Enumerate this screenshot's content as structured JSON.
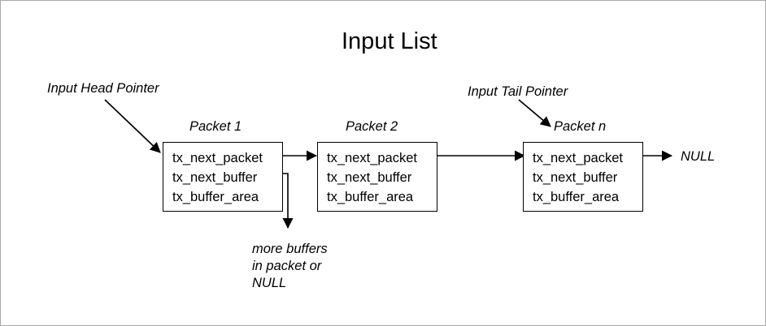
{
  "diagram": {
    "title": "Input List",
    "type": "linked-list-diagram",
    "pointers": {
      "head": "Input Head Pointer",
      "tail": "Input Tail Pointer"
    },
    "terminator": "NULL",
    "buffer_note": {
      "line1": "more buffers",
      "line2": "in packet or",
      "line3": "NULL"
    },
    "packets": [
      {
        "label": "Packet 1",
        "fields": {
          "next_packet": "tx_next_packet",
          "next_buffer": "tx_next_buffer",
          "buffer_area": "tx_buffer_area"
        }
      },
      {
        "label": "Packet 2",
        "fields": {
          "next_packet": "tx_next_packet",
          "next_buffer": "tx_next_buffer",
          "buffer_area": "tx_buffer_area"
        }
      },
      {
        "label": "Packet n",
        "fields": {
          "next_packet": "tx_next_packet",
          "next_buffer": "tx_next_buffer",
          "buffer_area": "tx_buffer_area"
        }
      }
    ],
    "colors": {
      "stroke": "#000000",
      "background": "#ffffff",
      "frame": "#a9a9a9"
    }
  }
}
